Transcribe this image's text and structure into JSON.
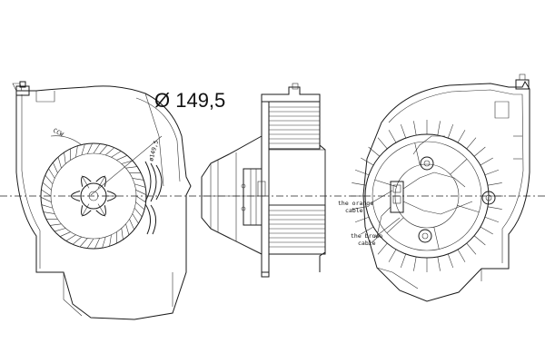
{
  "diameter_label": "Ø 149,5",
  "rotation_label": "CCW",
  "small_diameter_label": "ø149,5",
  "callouts": {
    "orange": [
      "the orange",
      "cable"
    ],
    "brown": [
      "the brown",
      "cable"
    ]
  },
  "colors": {
    "line": "#1a1a1a",
    "background": "#ffffff"
  }
}
